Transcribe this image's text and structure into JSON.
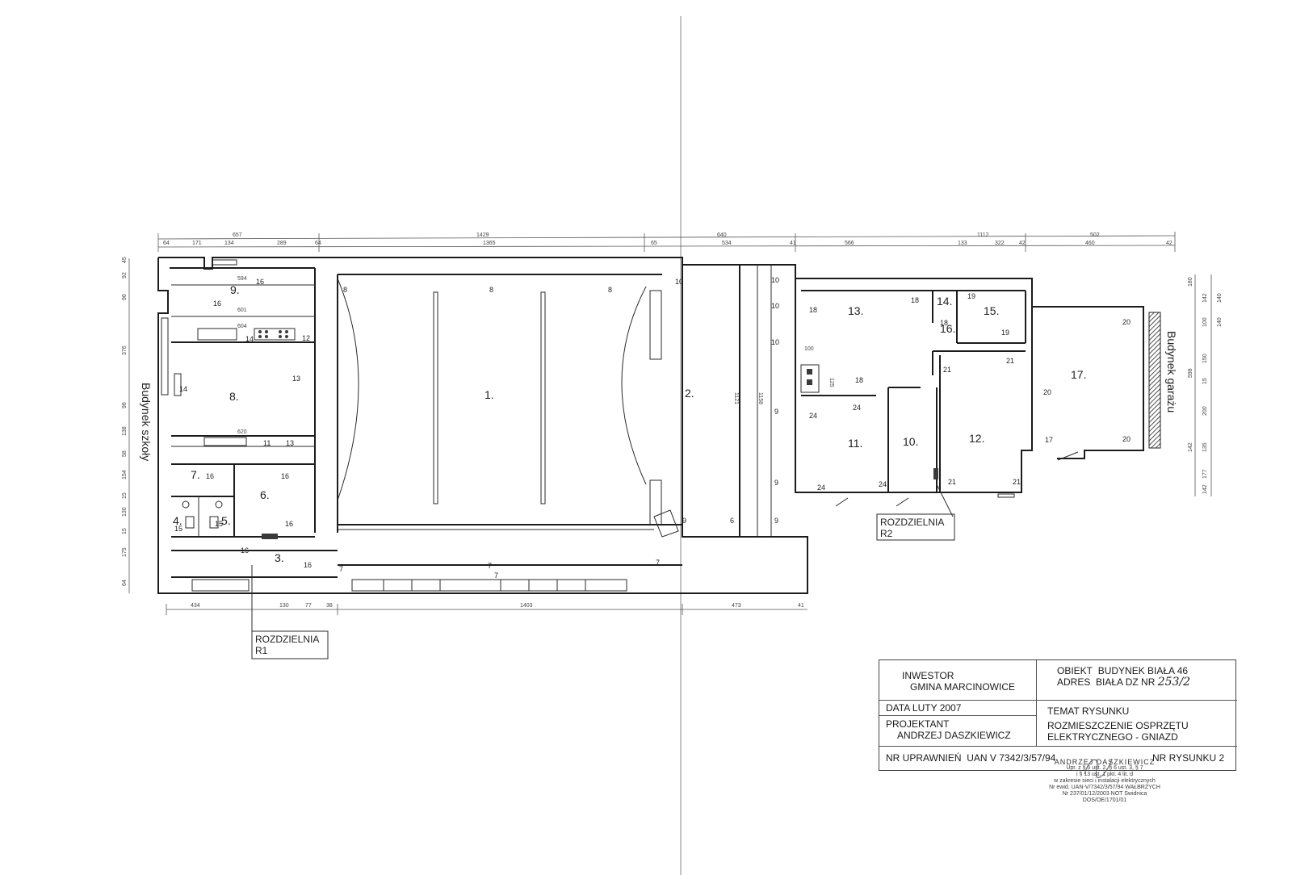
{
  "rooms": [
    "1.",
    "2.",
    "3.",
    "4.",
    "5.",
    "6.",
    "7.",
    "8.",
    "9.",
    "10.",
    "11.",
    "12.",
    "13.",
    "14.",
    "15.",
    "16.",
    "17."
  ],
  "side_labels": {
    "school": "Budynek szkoły",
    "garage": "Budynek garażu"
  },
  "switchboards": {
    "r1": {
      "line1": "ROZDZIELNIA",
      "line2": "R1"
    },
    "r2": {
      "line1": "ROZDZIELNIA",
      "line2": "R2"
    }
  },
  "dimensions": {
    "top_row1": [
      "657",
      "1429",
      "640",
      "1112",
      "502"
    ],
    "top_row2": [
      "64",
      "171",
      "134",
      "289",
      "64",
      "1365",
      "65",
      "534",
      "41",
      "566",
      "133",
      "322",
      "42",
      "460",
      "42"
    ],
    "bottom": [
      "434",
      "130",
      "77",
      "38",
      "1403",
      "473",
      "41"
    ],
    "left": [
      "45",
      "92",
      "96",
      "376",
      "96",
      "138",
      "58",
      "154",
      "15",
      "130",
      "15",
      "175",
      "64"
    ],
    "right": [
      "180",
      "142",
      "140",
      "100",
      "140",
      "150",
      "15",
      "598",
      "200",
      "142",
      "135",
      "177",
      "142"
    ],
    "inner": [
      "594",
      "601",
      "604",
      "620",
      "100",
      "125",
      "1121",
      "1158"
    ]
  },
  "outlets": [
    "8",
    "8",
    "8",
    "10",
    "10",
    "10",
    "10",
    "9",
    "9",
    "9",
    "9",
    "6",
    "7",
    "7",
    "7",
    "7",
    "16",
    "16",
    "16",
    "16",
    "16",
    "16",
    "16",
    "14",
    "12",
    "13",
    "11",
    "13",
    "14",
    "15",
    "15",
    "18",
    "18",
    "18",
    "18",
    "24",
    "24",
    "24",
    "24",
    "19",
    "19",
    "21",
    "21",
    "21",
    "21",
    "20",
    "20",
    "20",
    "17"
  ],
  "title_block": {
    "investor_label": "INWESTOR",
    "investor_value": "GMINA MARCINOWICE",
    "object_label": "OBIEKT",
    "object_value": "BUDYNEK BIAŁA 46",
    "address_label": "ADRES",
    "address_value": "BIAŁA DZ NR",
    "address_handwritten": "253/2",
    "date_label": "DATA",
    "date_value": "LUTY 2007",
    "subject_label": "TEMAT RYSUNKU",
    "subject_line1": "ROZMIESZCZENIE OSPRZĘTU",
    "subject_line2": "ELEKTRYCZNEGO - GNIAZD",
    "designer_label": "PROJEKTANT",
    "designer_value": "ANDRZEJ DASZKIEWICZ",
    "license_label": "NR UPRAWNIEŃ",
    "license_value": "UAN V 7342/3/57/94",
    "drawing_no_label": "NR RYSUNKU",
    "drawing_no_value": "2"
  },
  "stamp": {
    "name": "ANDRZEJ DASZKIEWICZ",
    "lines": [
      "Upr. z § 5 ust. 2, § 6 ust. 3, § 7",
      "i § 13 ust. 1 pkt. 4 lit. d",
      "w zakresie sieci i instalacji elektrycznych",
      "Nr ewid. UAN-V/7342/3/57/94 WAŁBRZYCH",
      "Nr 237/01/12/2003 NOT Świdnica",
      "DOS/OE/1701/01"
    ]
  }
}
